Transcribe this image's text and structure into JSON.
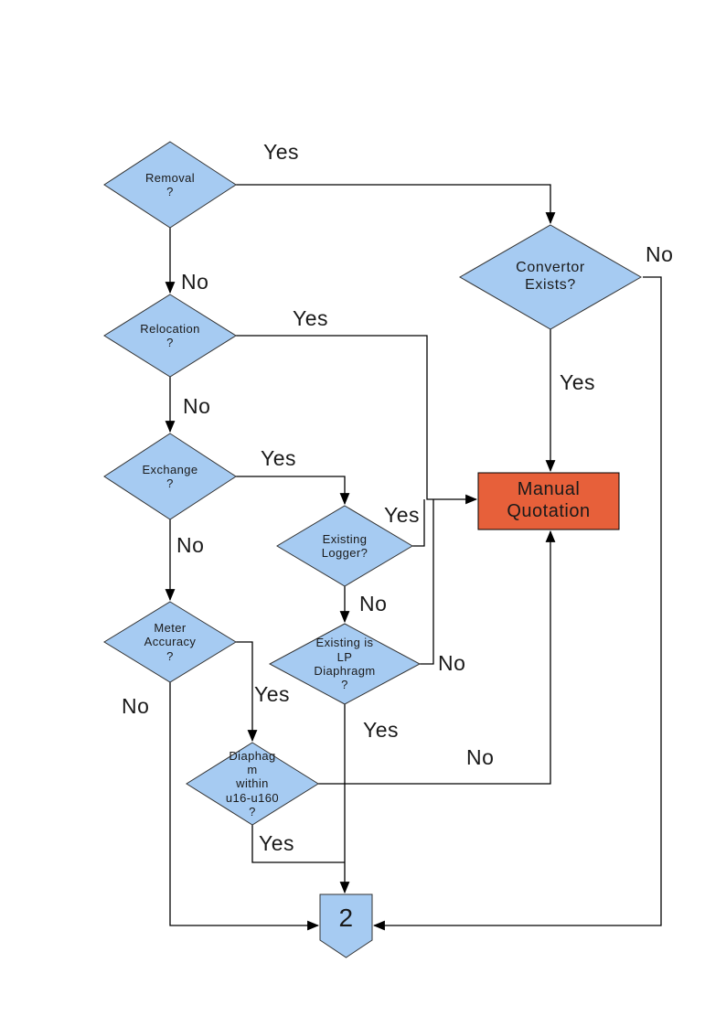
{
  "colors": {
    "node_fill": "#a6cbf2",
    "node_border": "#333333",
    "box_fill": "#e7603a",
    "line": "#000000",
    "text": "#1a1a1a"
  },
  "nodes": {
    "removal": "Removal\n?",
    "convertor": "Convertor\nExists?",
    "relocation": "Relocation\n?",
    "exchange": "Exchange\n?",
    "existing_logger": "Existing\nLogger?",
    "lp_diaphragm": "Existing is\nLP\nDiaphragm\n?",
    "meter_accuracy": "Meter\nAccuracy\n?",
    "diaphragm_range": "Diaphag\nm\nwithin\nu16-u160\n?",
    "manual_quotation": "Manual\nQuotation",
    "connector": "2"
  },
  "labels": {
    "removal_yes": "Yes",
    "removal_no": "No",
    "convertor_no": "No",
    "convertor_yes": "Yes",
    "relocation_yes": "Yes",
    "relocation_no": "No",
    "exchange_yes": "Yes",
    "exchange_no": "No",
    "logger_yes": "Yes",
    "logger_no": "No",
    "lp_no": "No",
    "lp_yes": "Yes",
    "meter_yes": "Yes",
    "meter_no": "No",
    "diaphragm_no": "No",
    "diaphragm_yes": "Yes"
  }
}
